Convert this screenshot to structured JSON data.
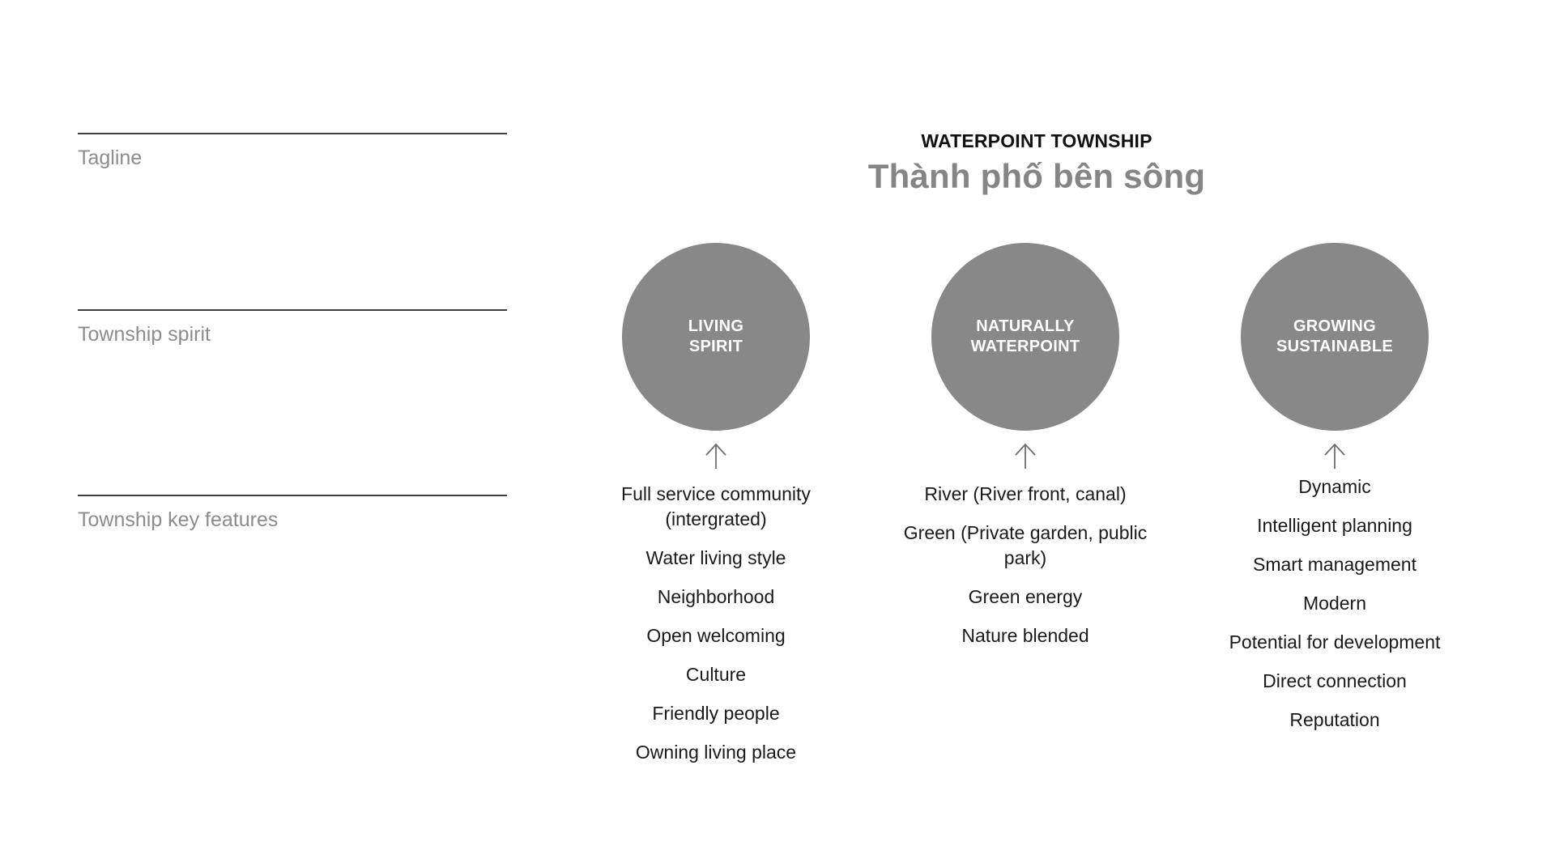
{
  "sidebar": {
    "sections": [
      {
        "label": "Tagline"
      },
      {
        "label": "Township spirit"
      },
      {
        "label": "Township key features"
      }
    ]
  },
  "header": {
    "eyebrow": "WATERPOINT TOWNSHIP",
    "title": "Thành phố bên sông"
  },
  "colors": {
    "circle_fill": "#888888",
    "circle_text": "#ffffff",
    "title_gray": "#858585",
    "eyebrow_black": "#111111",
    "rule": "#3f3f3f",
    "sidebar_label": "#8c8c8c",
    "arrow": "#6e6e6e",
    "list_text": "#1a1a1a",
    "background": "#ffffff"
  },
  "pillars": [
    {
      "circle_label": "LIVING\nSPIRIT",
      "arrow_icon": "arrow-up-icon",
      "features": [
        "Full service community (intergrated)",
        "Water living style",
        "Neighborhood",
        "Open welcoming",
        "Culture",
        "Friendly people",
        "Owning living place"
      ]
    },
    {
      "circle_label": "NATURALLY\nWATERPOINT",
      "arrow_icon": "arrow-up-icon",
      "features": [
        "River (River front, canal)",
        "Green (Private garden, public park)",
        "Green energy",
        "Nature blended"
      ]
    },
    {
      "circle_label": "GROWING\nSUSTAINABLE",
      "arrow_icon": "arrow-up-icon",
      "features": [
        "Dynamic",
        "Intelligent planning",
        "Smart management",
        "Modern",
        "Potential for development",
        "Direct connection",
        "Reputation"
      ]
    }
  ]
}
